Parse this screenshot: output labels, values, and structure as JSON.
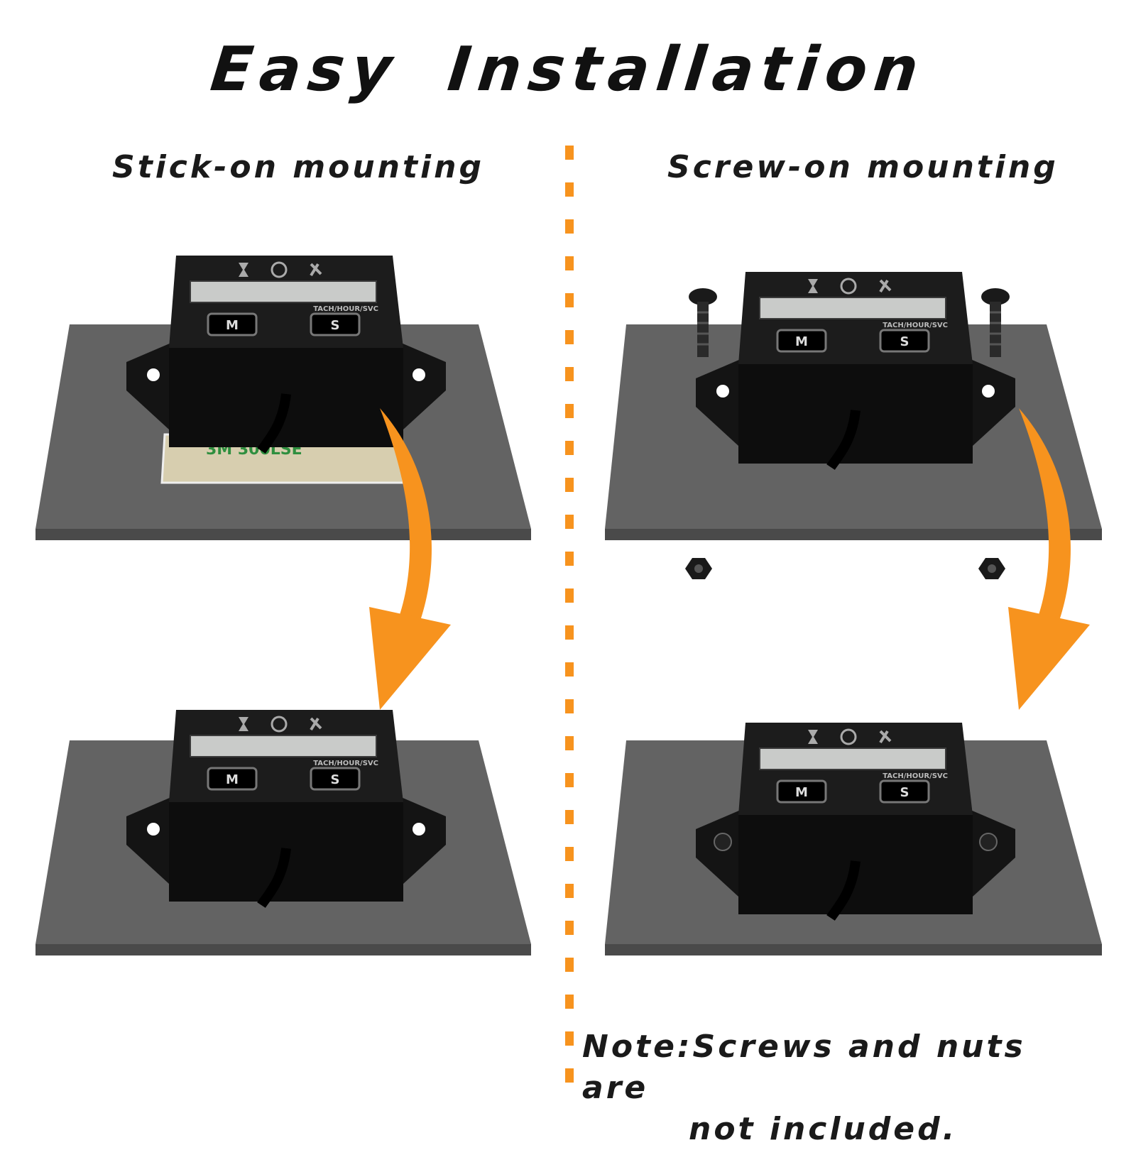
{
  "title": "Easy  Installation",
  "left": {
    "heading": "Stick-on mounting",
    "tape_text": "3M 300LSE"
  },
  "right": {
    "heading": "Screw-on mounting"
  },
  "device": {
    "label": "TACH/HOUR/SVC",
    "button_m": "M",
    "button_s": "S"
  },
  "note": {
    "line1": "Note:Screws and nuts are",
    "line2": "not included."
  },
  "colors": {
    "accent": "#f7931e",
    "plate": "#636363",
    "plate_edge": "#4a4a4a",
    "device": "#111111"
  }
}
